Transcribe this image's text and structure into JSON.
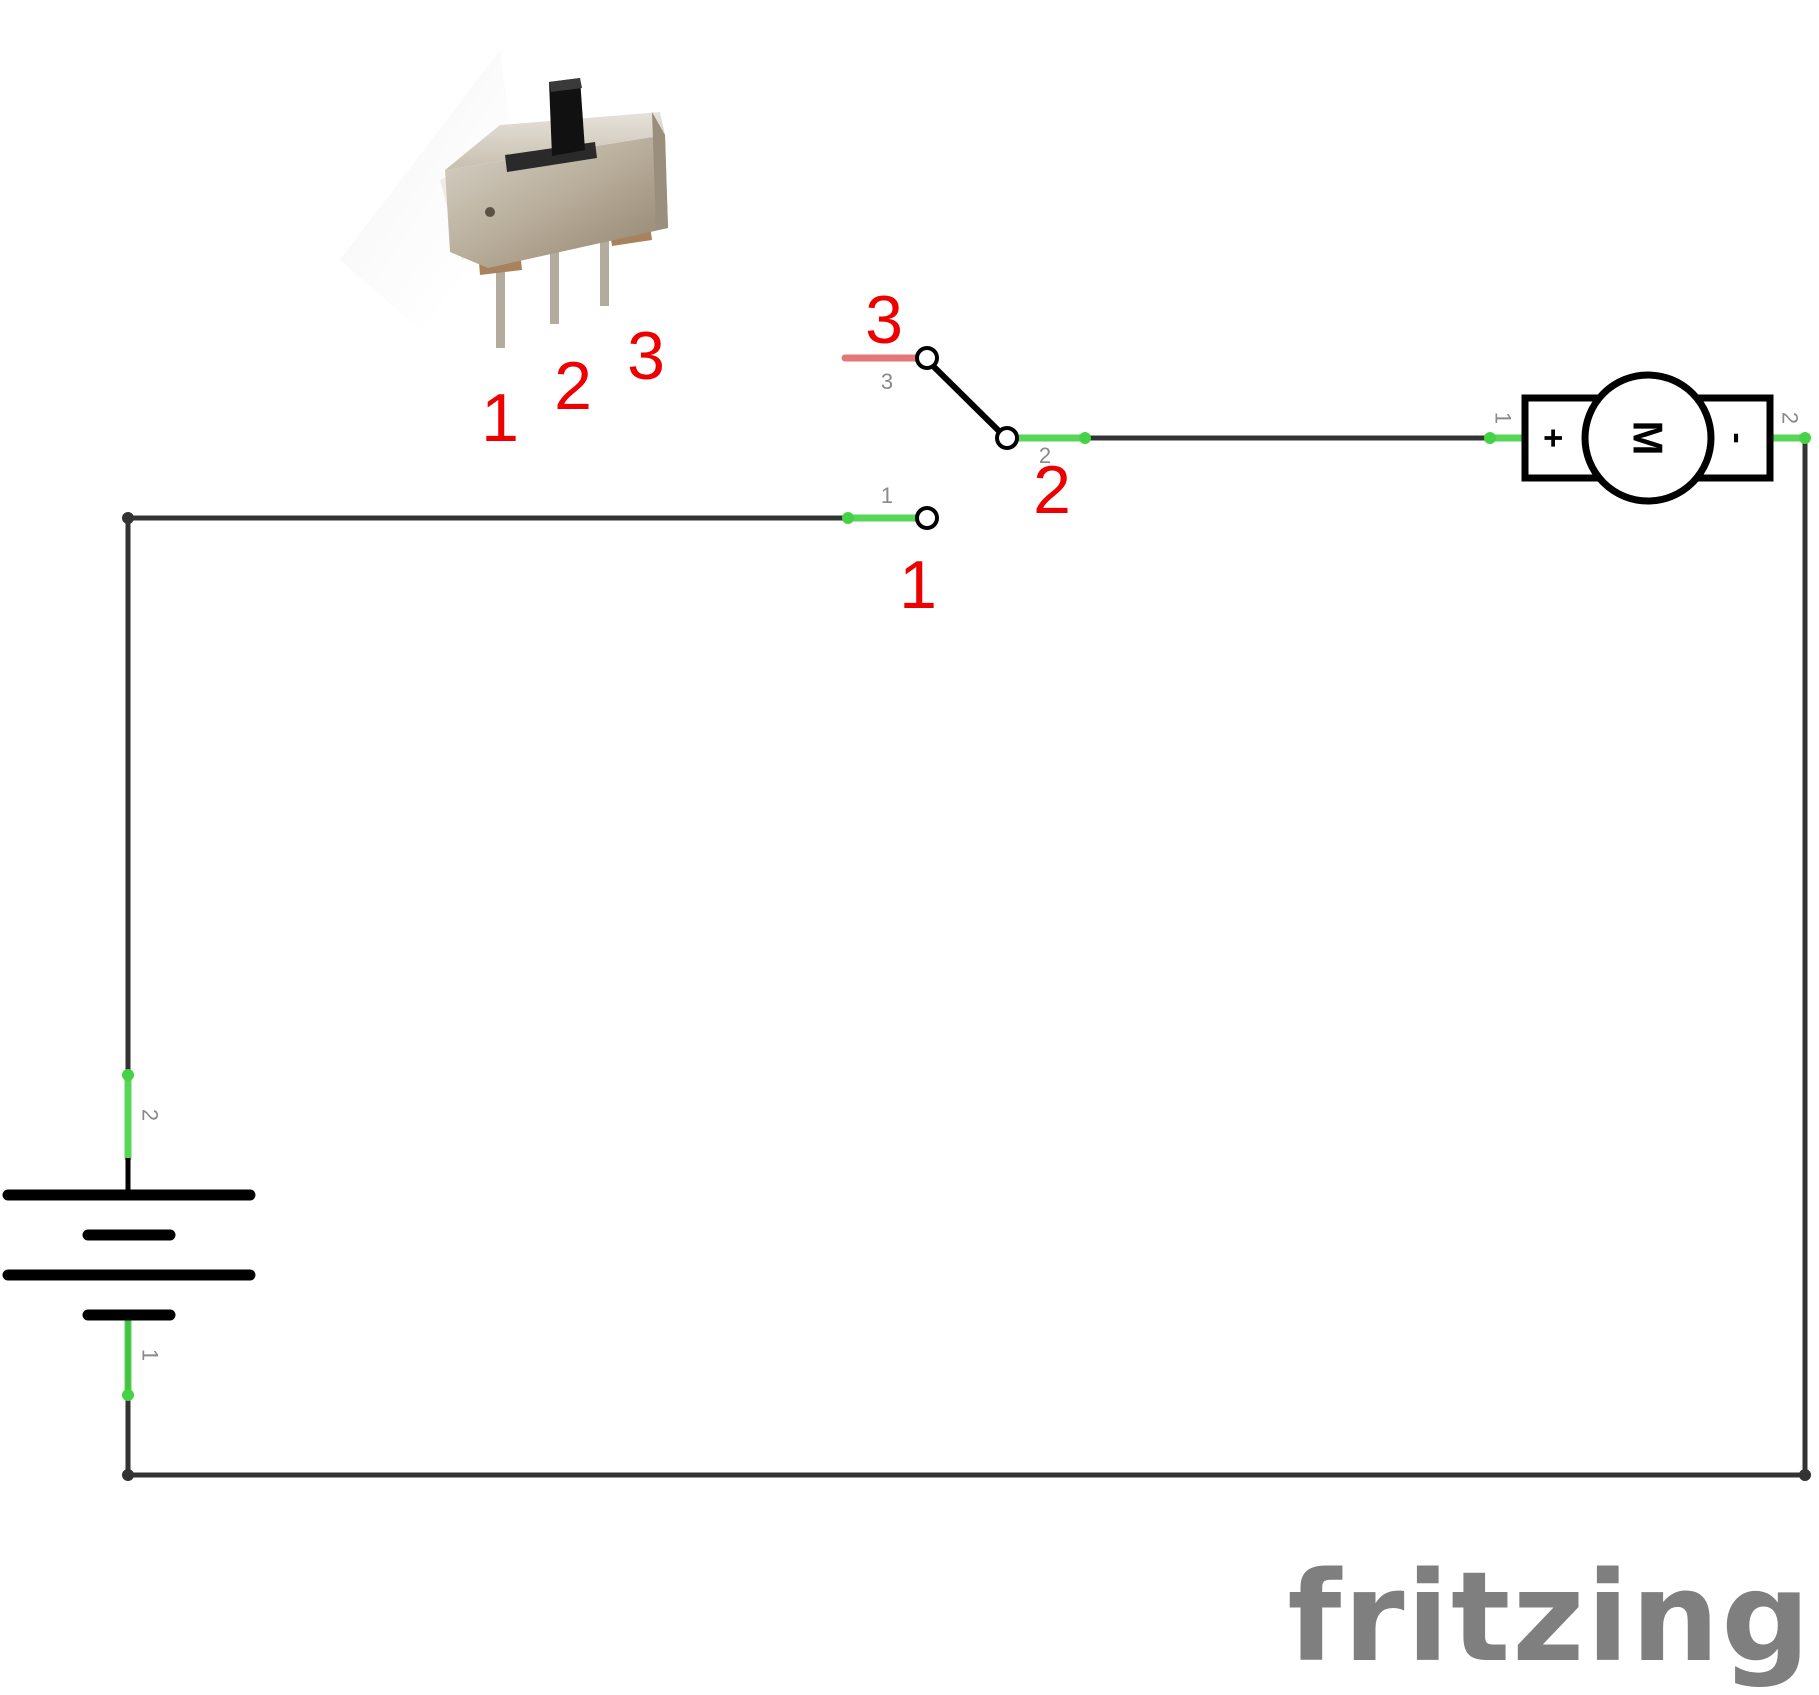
{
  "photo_pin_labels": [
    "1",
    "2",
    "3"
  ],
  "switch": {
    "pin_labels_large": [
      "3",
      "2",
      "1"
    ],
    "pin_labels_small": [
      "3",
      "2",
      "1"
    ]
  },
  "motor": {
    "letter": "M",
    "plus": "+",
    "minus": "-",
    "pin_left": "1",
    "pin_right": "2"
  },
  "battery": {
    "pin_top": "2",
    "pin_bottom": "1"
  },
  "brand": {
    "logo": "fritzing"
  },
  "colors": {
    "wire": "#333333",
    "connector_ok": "#46d246",
    "connector_unconnected": "#e06060",
    "annotation": "#ee0000",
    "logo": "#7f7f7f"
  }
}
